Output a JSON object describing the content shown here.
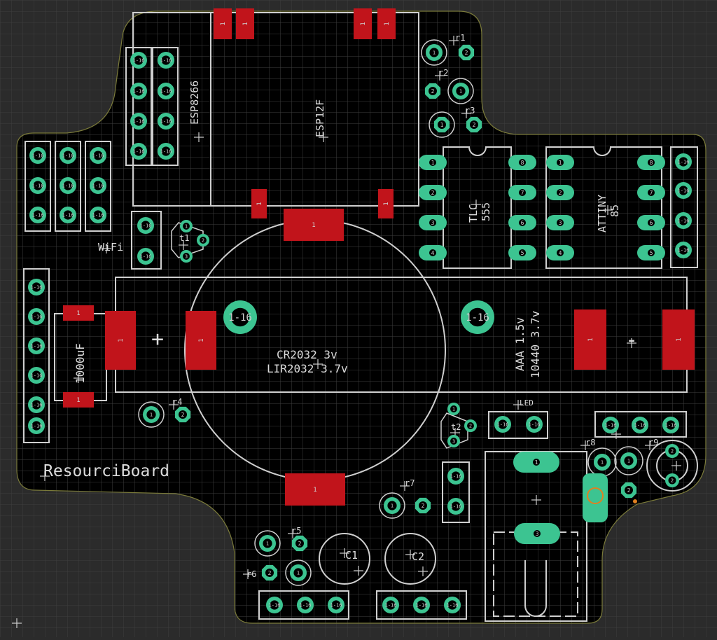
{
  "colors": {
    "background": "#2b2b2b",
    "grid": "#3e3e3e",
    "board": "#000000",
    "outline": "#cfcfcf",
    "pad": "#3cc491",
    "smd_pad": "#c1141b",
    "silk_text": "#dcdcdc",
    "pad_text": "#cfcfcf",
    "accent": "#e08020"
  },
  "labels": {
    "esp8266": "ESP8266",
    "esp12f": "ESP12F",
    "wifi": "WiFi",
    "tlc555_a": "TLC",
    "tlc555_b": "555",
    "attiny_a": "ATTINY",
    "attiny_b": "85",
    "cr2032": "CR2032 3v",
    "lir2032": "LIR2032 3.7v",
    "aaa": "AAA 1.5v",
    "li10440": "10440 3.7v",
    "cap_1000uf": "1000uF",
    "board_name": "ResourciBoard",
    "led": "LED",
    "c1": "C1",
    "c2": "C2",
    "plus": "+",
    "minus": "-",
    "r1": "r1",
    "r2": "r2",
    "r3": "r3",
    "r4": "r4",
    "r5": "r5",
    "r6": "r6",
    "r7": "r7",
    "r8": "r8",
    "r9": "r9",
    "t1": "t1",
    "t2": "t2"
  },
  "pad_labels": {
    "header": "1-16",
    "big_hole": "1-16",
    "one": "1",
    "two": "2",
    "three": "3",
    "four": "4",
    "five": "5",
    "six": "6",
    "seven": "7",
    "eight": "8"
  }
}
